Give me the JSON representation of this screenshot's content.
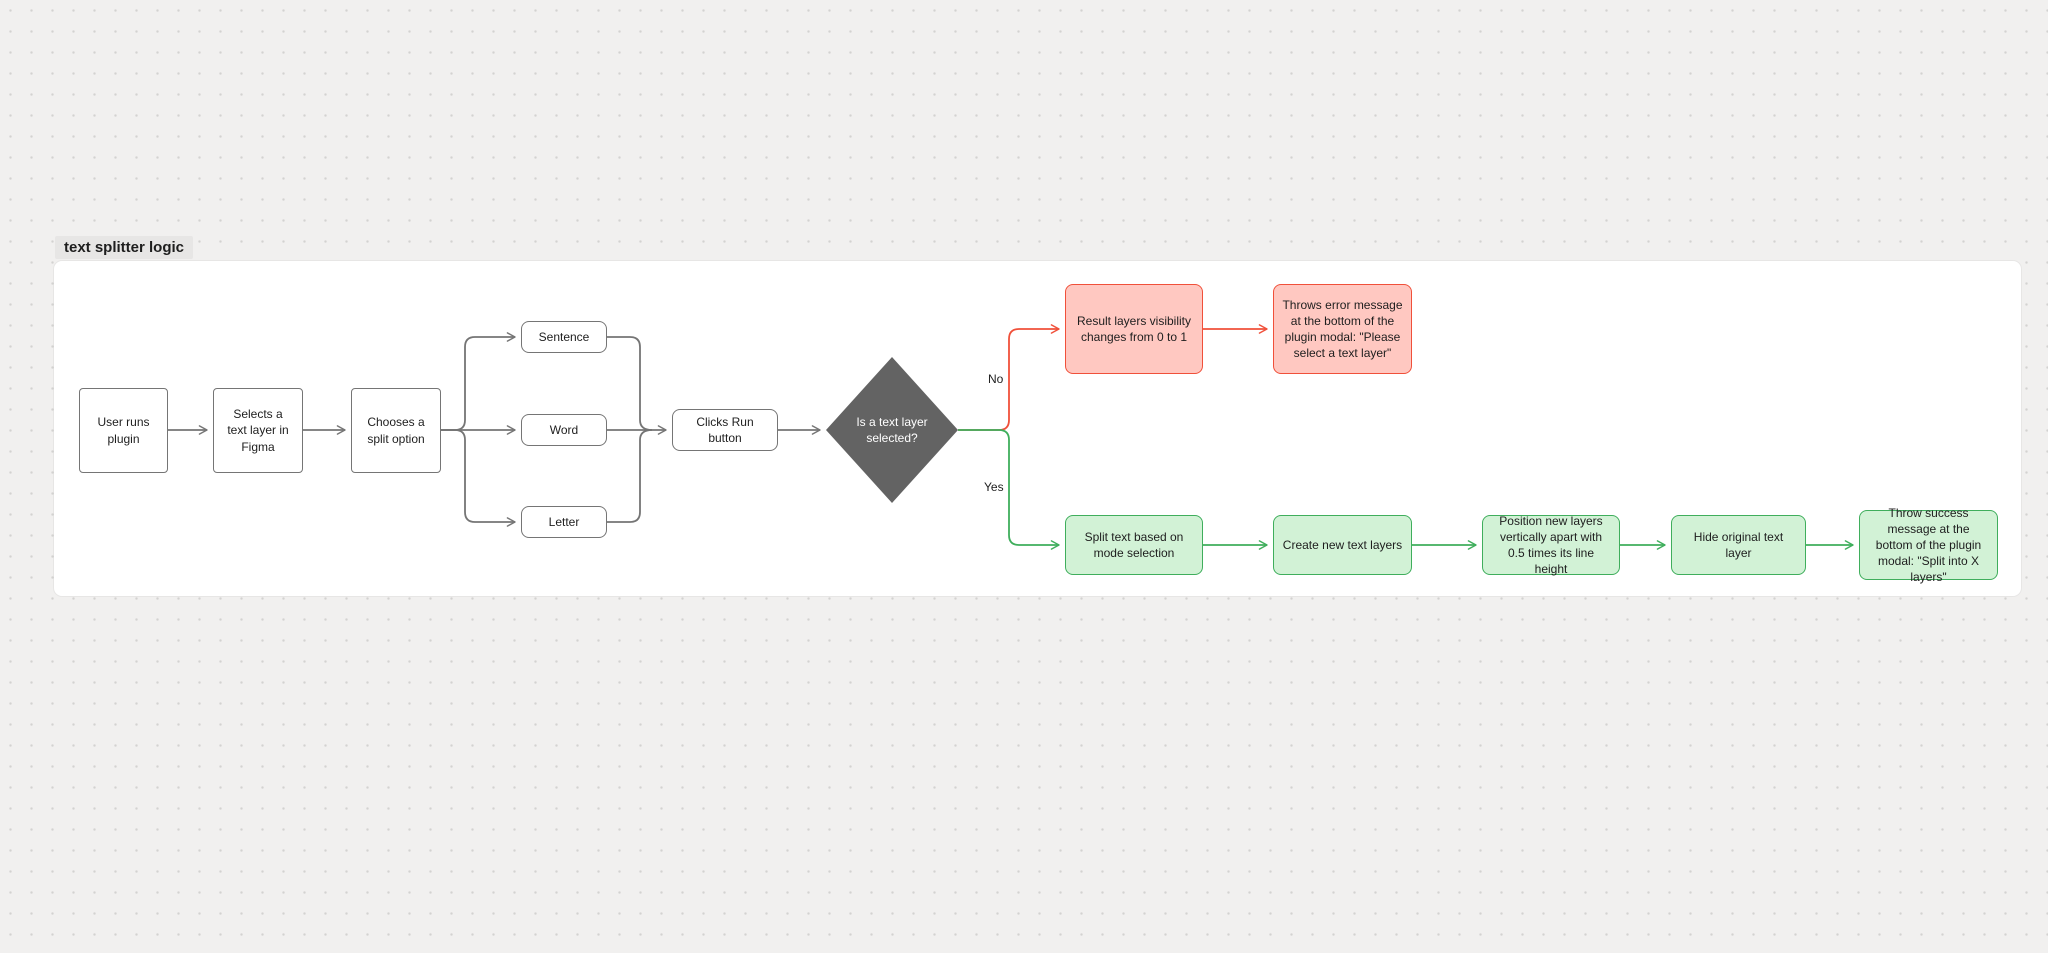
{
  "canvas": {
    "frame_title": "text splitter logic"
  },
  "colors": {
    "connector_gray": "#757575",
    "red_stroke": "#f0503a",
    "red_fill": "#ffc8c1",
    "green_stroke": "#3fae5c",
    "green_fill": "#d2f2d6",
    "diamond_fill": "#636363"
  },
  "flowchart": {
    "no_label": "No",
    "yes_label": "Yes",
    "nodes": {
      "user_runs": {
        "label": "User runs plugin"
      },
      "selects_layer": {
        "label": "Selects a text layer in Figma"
      },
      "chooses_option": {
        "label": "Chooses a split option"
      },
      "sentence": {
        "label": "Sentence"
      },
      "word": {
        "label": "Word"
      },
      "letter": {
        "label": "Letter"
      },
      "clicks_run": {
        "label": "Clicks Run button"
      },
      "decision": {
        "label": "Is a text layer selected?"
      },
      "result_visibility": {
        "label": "Result layers visibility changes from 0 to 1"
      },
      "throws_error": {
        "label": "Throws error message at the bottom of the plugin modal: \"Please select a text layer\""
      },
      "split_text": {
        "label": "Split text based on mode selection"
      },
      "create_layers": {
        "label": "Create new text layers"
      },
      "position_layers": {
        "label": "Position new layers vertically apart with 0.5 times its line height"
      },
      "hide_original": {
        "label": "Hide original text layer"
      },
      "success_message": {
        "label": "Throw success message at the bottom of the plugin modal: \"Split into X layers\""
      }
    }
  }
}
